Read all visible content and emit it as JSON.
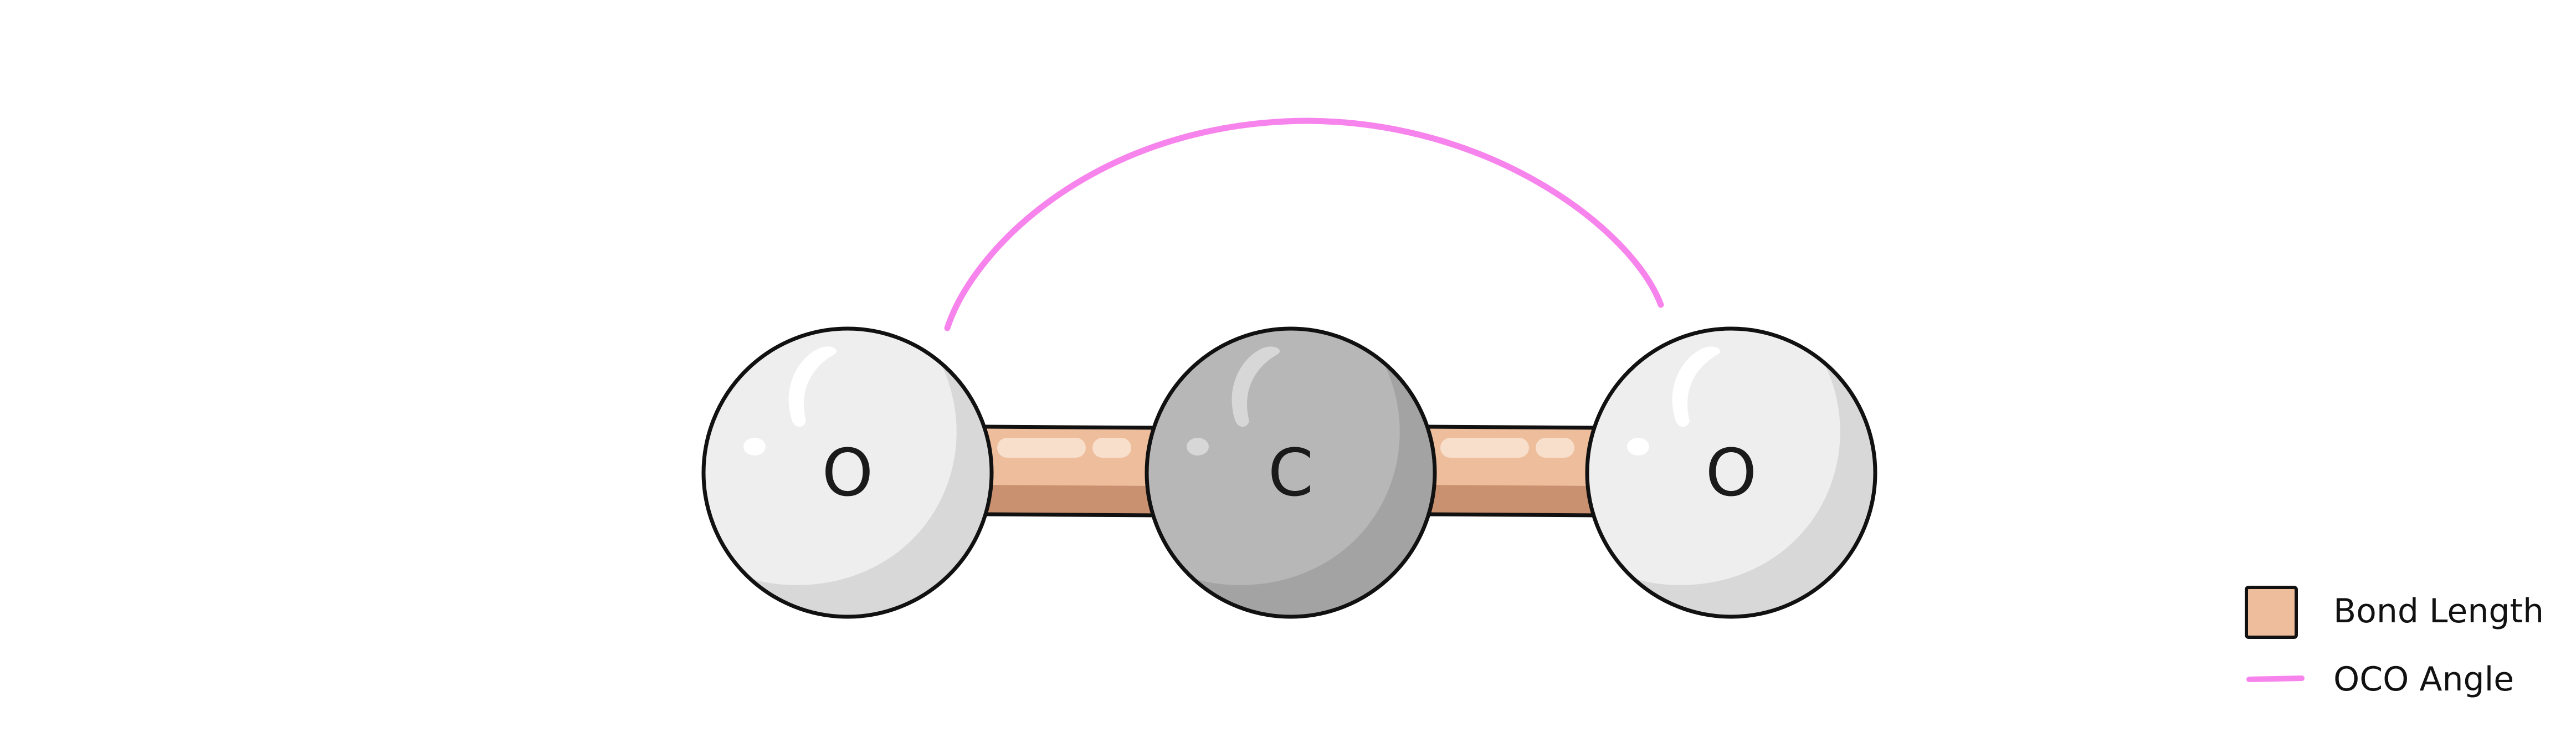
{
  "molecule": {
    "atoms": [
      {
        "label": "O",
        "element": "oxygen"
      },
      {
        "label": "C",
        "element": "carbon"
      },
      {
        "label": "O",
        "element": "oxygen"
      }
    ]
  },
  "legend": {
    "bond_label": "Bond Length",
    "angle_label": "OCO Angle"
  },
  "colors": {
    "bond": "#edbd9c",
    "bond_shadow": "#c9916f",
    "angle": "#f784ec",
    "oxygen": "#efeeef",
    "carbon": "#b8b7b8",
    "outline": "#111111"
  }
}
